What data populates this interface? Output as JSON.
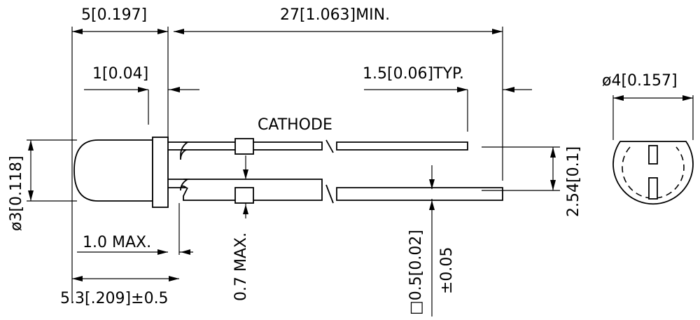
{
  "diagram": {
    "labels": {
      "body_length": "5[0.197]",
      "lead_length": "27[1.063]MIN.",
      "flange_thickness": "1[0.04]",
      "lead_spacing_tol": "1.5[0.06]TYP.",
      "body_diameter_front": "ø3[0.118]",
      "body_diameter_end": "ø4[0.157]",
      "cathode": "CATHODE",
      "protrusion": "1.0  MAX.",
      "overall_body": "5.3[.209]±0.5",
      "stub": "0.7  MAX.",
      "lead_square": "□0.5[0.02]",
      "lead_tol": "±0.05",
      "pitch": "2.54[0.1]"
    }
  }
}
